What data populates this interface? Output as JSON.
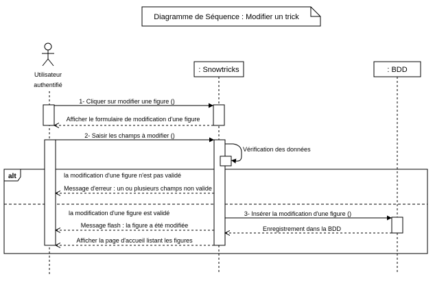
{
  "title": "Diagramme de Séquence : Modifier un trick",
  "participants": {
    "actor_line1": "Utilisateur",
    "actor_line2": "authentifié",
    "snowtricks": ": Snowtricks",
    "bdd": ": BDD"
  },
  "fragment": {
    "operator": "alt",
    "guard1": "la modification d'une figure n'est pas validé",
    "guard2": "la modification d'une figure est validé"
  },
  "messages": {
    "m1": "1- Cliquer sur modifier une figure ()",
    "m1_return": "Afficher le formulaire de modification d'une figure",
    "m2": "2- Saisir les champs à modifier ()",
    "self_check": "Vérification des données",
    "error": "Message d'erreur : un ou plusieurs champs non valide",
    "m3": "3- Insérer la modification d'une figure ()",
    "saved": "Enregistrement dans la BDD",
    "flash": "Message flash : la figure a été modifiée",
    "home": "Afficher la page d'accueil listant les figures"
  },
  "colors": {
    "stroke": "#000000",
    "fill": "#ffffff"
  }
}
